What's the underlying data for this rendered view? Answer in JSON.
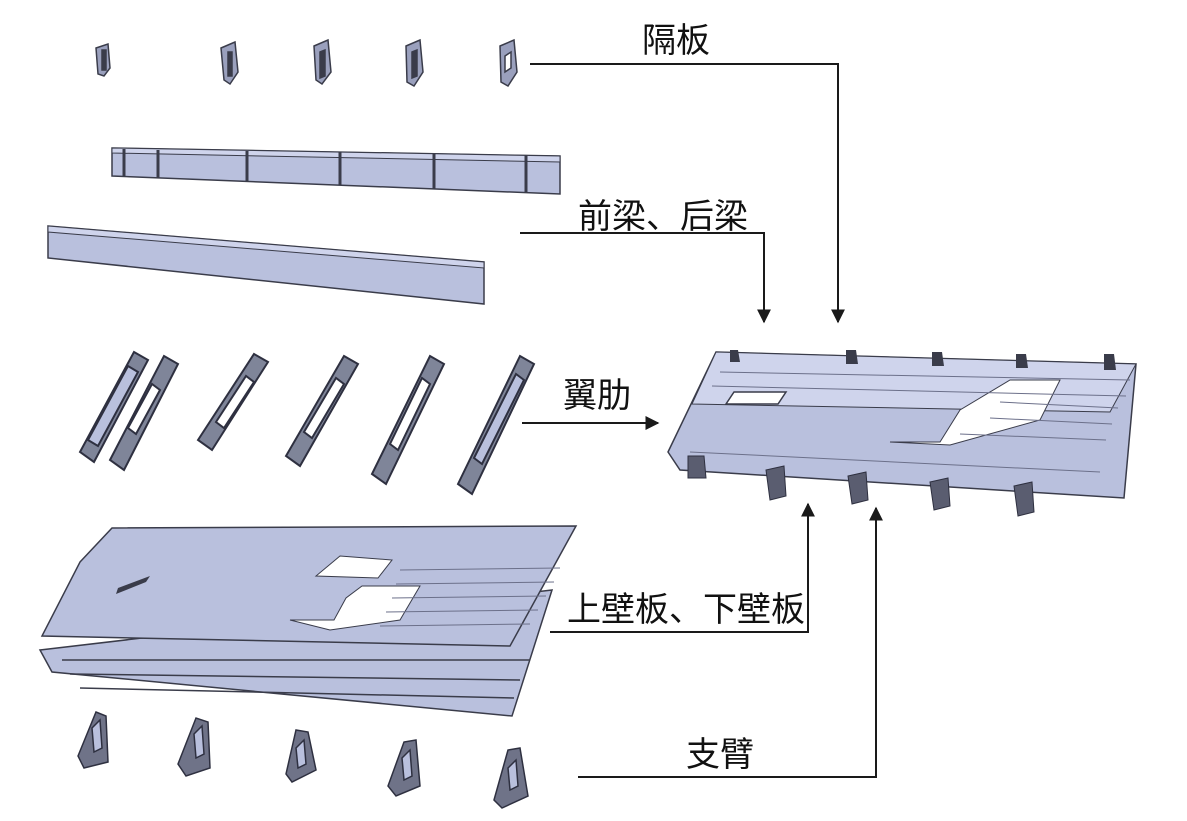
{
  "labels": {
    "diaphragm": "隔板",
    "spars": "前梁、后梁",
    "ribs": "翼肋",
    "panels": "上壁板、下壁板",
    "support_arms": "支臂"
  },
  "colors": {
    "part_fill": "#b9c0dd",
    "part_fill_light": "#cfd4ec",
    "part_edge": "#4a4d60",
    "part_dark": "#3a3c4a",
    "arrow": "#1a1a1a"
  }
}
